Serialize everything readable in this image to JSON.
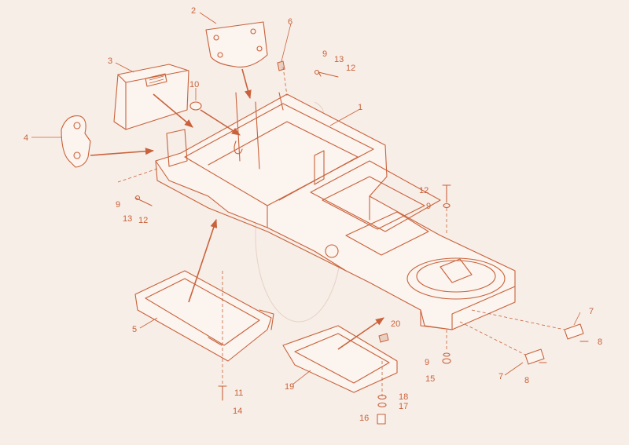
{
  "diagram": {
    "stroke_color": "#c9623a",
    "background_color": "#f7eee8",
    "callouts": {
      "c1": "1",
      "c2": "2",
      "c3": "3",
      "c4": "4",
      "c5": "5",
      "c6": "6",
      "c7a": "7",
      "c7b": "7",
      "c8a": "8",
      "c8b": "8",
      "c9a": "9",
      "c9b": "9",
      "c9c": "9",
      "c9d": "9",
      "c10": "10",
      "c11": "11",
      "c12a": "12",
      "c12b": "12",
      "c12c": "12",
      "c13a": "13",
      "c13b": "13",
      "c14": "14",
      "c15": "15",
      "c16": "16",
      "c17": "17",
      "c18": "18",
      "c19": "19",
      "c20": "20"
    }
  }
}
